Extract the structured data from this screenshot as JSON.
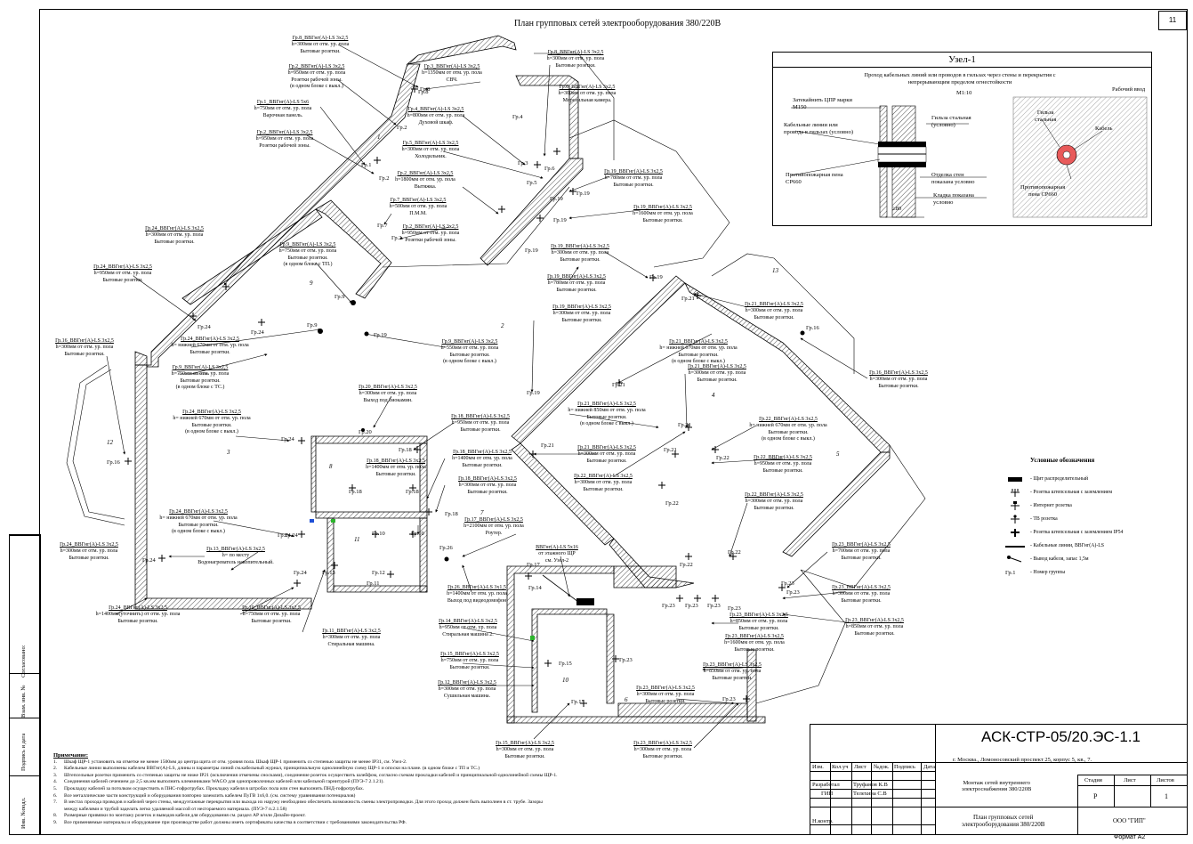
{
  "sheet": {
    "title": "План групповых сетей электрооборудования 380/220В",
    "number": "11",
    "format": "Формат А2"
  },
  "rooms": [
    "1",
    "2",
    "3",
    "4",
    "5",
    "6",
    "7",
    "8",
    "9",
    "10",
    "11",
    "12",
    "13"
  ],
  "plan_labels": [
    {
      "t": "Гр.8_ВВГнг(А)-LS 3х2,5",
      "d": "h=300мм от отм. ур. пола\nБытовые розетки."
    },
    {
      "t": "Гр.2_ВВГнг(А)-LS 3х2,5",
      "d": "h=950мм от отм. ур. пола\nРозетки рабочей зоны.\n(в одном блоке с выкл.)"
    },
    {
      "t": "Гр.1_ВВГнг(А)-LS 5х6",
      "d": "h=750мм от отм. ур. пола\nВарочная панель."
    },
    {
      "t": "Гр.2_ВВГнг(А)-LS 3х2,5",
      "d": "h=950мм от отм. ур. пола\nРозетки рабочей зоны."
    },
    {
      "t": "Гр.3_ВВГнг(А)-LS 3х2,5",
      "d": "h=1350мм от отм. ур. пола\nСВЧ."
    },
    {
      "t": "Гр.8_ВВГнг(А)-LS 3х2,5",
      "d": "h=300мм от отм. ур. пола\nБытовые розетки."
    },
    {
      "t": "Гр.6_ВВГнг(А)-LS 3х2,5",
      "d": "h=300мм от отм. ур. пола\nМорозильная камера."
    },
    {
      "t": "Гр.4_ВВГнг(А)-LS 3х2,5",
      "d": "h=800мм от отм. ур. пола\nДуховой шкаф."
    },
    {
      "t": "Гр.5_ВВГнг(А)-LS 3х2,5",
      "d": "h=300мм от отм. ур. пола\nХолодильник."
    },
    {
      "t": "Гр.2_ВВГнг(А)-LS 3х2,5",
      "d": "h=1800мм от отм. ур. пола\nВытяжка."
    },
    {
      "t": "Гр.19_ВВГнг(А)-LS 3х2,5",
      "d": "h=780мм от отм. ур. пола\nБытовые розетки."
    },
    {
      "t": "Гр.19_ВВГнг(А)-LS 3х2,5",
      "d": "h=1600мм от отм. ур. пола\nБытовые розетки."
    },
    {
      "t": "Гр.7_ВВГнг(А)-LS 3х2,5",
      "d": "h=500мм от отм. ур. пола\nП.М.М."
    },
    {
      "t": "Гр.2_ВВГнг(А)-LS 3х2,5",
      "d": "h=950мм от отм. ур. пола\nРозетки рабочей зоны."
    },
    {
      "t": "Гр.24_ВВГнг(А)-LS 3х2,5",
      "d": "h=300мм от отм. ур. пола\nБытовые розетки."
    },
    {
      "t": "Гр.9_ВВГнг(А)-LS 3х2,5",
      "d": "h=750мм от отм. ур. пола\nБытовые розетки.\n(в одном блоке с ТП.)"
    },
    {
      "t": "Гр.19_ВВГнг(А)-LS 3х2,5",
      "d": "h=300мм от отм. ур. пола\nБытовые розетки."
    },
    {
      "t": "Гр.19_ВВГнг(А)-LS 3х2,5",
      "d": "h=780мм от отм. ур. пола\nБытовые розетки."
    },
    {
      "t": "Гр.24_ВВГнг(А)-LS 3х2,5",
      "d": "h=950мм от отм. ур. пола\nБытовые розетки."
    },
    {
      "t": "Гр.16_ВВГнг(А)-LS 3х2,5",
      "d": "h=300мм от отм. ур. пола\nБытовые розетки."
    },
    {
      "t": "Гр.24_ВВГнг(А)-LS 3х2,5",
      "d": "h= нижней 670мм от отм. ур. пола\nБытовые розетки."
    },
    {
      "t": "Гр.9_ВВГнг(А)-LS 3х2,5",
      "d": "h=750мм от отм. ур. пола\nБытовые розетки.\n(в одном блоке с ТС.)"
    },
    {
      "t": "Гр.19_ВВГнг(А)-LS 3х2,5",
      "d": "h=300мм от отм. ур. пола\nБытовые розетки."
    },
    {
      "t": "Гр.9_ВВГнг(А)-LS 3х2,5",
      "d": "h=550мм от отм. ур. пола\nБытовые розетки.\n(в одном блоке с выкл.)"
    },
    {
      "t": "Гр.21_ВВГнг(А)-LS 3х2,5",
      "d": "h=300мм от отм. ур. пола\nБытовые розетки."
    },
    {
      "t": "Гр.21_ВВГнг(А)-LS 3х2,5",
      "d": "h= нижней 670мм от отм. ур. пола\nБытовые розетки.\n(в одном блоке с выкл.)"
    },
    {
      "t": "Гр.21_ВВГнг(А)-LS 3х2,5",
      "d": "h=300мм от отм. ур. пола\nБытовые розетки."
    },
    {
      "t": "Гр.16_ВВГнг(А)-LS 3х2,5",
      "d": "h=300мм от отм. ур. пола\nБытовые розетки."
    },
    {
      "t": "Гр.20_ВВГнг(А)-LS 3х2,5",
      "d": "h=300мм от отм. ур. пола\nВыход под биокамин."
    },
    {
      "t": "Гр.24_ВВГнг(А)-LS 3х2,5",
      "d": "h= нижней 670мм от отм. ур. пола\nБытовые розетки.\n(в одном блоке с выкл.)"
    },
    {
      "t": "Гр.18_ВВГнг(А)-LS 3х2,5",
      "d": "h=950мм от отм. ур. пола\nБытовые розетки."
    },
    {
      "t": "Гр.21_ВВГнг(А)-LS 3х2,5",
      "d": "h= нижней 850мм от отм. ур. пола\nБытовые розетки.\n(в одном блоке с выкл.)"
    },
    {
      "t": "Гр.22_ВВГнг(А)-LS 3х2,5",
      "d": "h= нижней 670мм от отм. ур. пола\nБытовые розетки.\n(в одном блоке с выкл.)"
    },
    {
      "t": "Гр.18_ВВГнг(А)-LS 3х2,5",
      "d": "h=1400мм от отм. ур. пола\nБытовые розетки."
    },
    {
      "t": "Гр.18_ВВГнг(А)-LS 3х2,5",
      "d": "h=1400мм от отм. ур. пола\nБытовые розетки."
    },
    {
      "t": "Гр.21_ВВГнг(А)-LS 3х2,5",
      "d": "h=300мм от отм. ур. пола\nБытовые розетки."
    },
    {
      "t": "Гр.22_ВВГнг(А)-LS 3х2,5",
      "d": "h=950мм от отм. ур. пола\nБытовые розетки."
    },
    {
      "t": "Гр.18_ВВГнг(А)-LS 3х2,5",
      "d": "h=300мм от отм. ур. пола\nБытовые розетки."
    },
    {
      "t": "Гр.22_ВВГнг(А)-LS 3х2,5",
      "d": "h=300мм от отм. ур. пола\nБытовые розетки."
    },
    {
      "t": "Гр.24_ВВГнг(А)-LS 3х2,5",
      "d": "h= нижней 670мм от отм. ур. пола\nБытовые розетки.\n(в одном блоке с выкл.)"
    },
    {
      "t": "Гр.17_ВВГнг(А)-LS 3х2,5",
      "d": "h=2100мм от отм. ур. пола\nРоутер."
    },
    {
      "t": "Гр.22_ВВГнг(А)-LS 3х2,5",
      "d": "h=300мм от отм. ур. пола\nБытовые розетки."
    },
    {
      "t": "Гр.24_ВВГнг(А)-LS 3х2,5",
      "d": "h=300мм от отм. ур. пола\nБытовые розетки."
    },
    {
      "t": "Гр.13_ВВГнг(А)-LS 3х2,5",
      "d": "h= по месту\nВодонагреватель накопительный."
    },
    {
      "t": "ВВГнг(А)-LS 5х16",
      "d": "от этажного ЩР\nсм. Узел-2"
    },
    {
      "t": "Гр.23_ВВГнг(А)-LS 3х2,5",
      "d": "h=700мм от отм. ур. пола\nБытовые розетки."
    },
    {
      "t": "Гр.26_ВВГнг(А)-LS 3х1,5",
      "d": "h=1400мм от отм. ур. пола\nВыход под видеодомофон"
    },
    {
      "t": "Гр.23_ВВГнг(А)-LS 3х2,5",
      "d": "h=300мм от отм. ур. пола\nБытовые розетки."
    },
    {
      "t": "Гр.24_ВВГнг(А)-LS 3х2,5",
      "d": "h=1400мм(уточнить) от отм. ур. пола\nБытовые розетки."
    },
    {
      "t": "Гр.10_ВВГнг(А)-LS 3х2,5",
      "d": "h=750мм от отм. ур. пола\nБытовые розетки."
    },
    {
      "t": "Гр.14_ВВГнг(А)-LS 3х2,5",
      "d": "h=950мм от отм. ур. пола\nСтиральная машина 2."
    },
    {
      "t": "Гр.23_ВВГнг(А)-LS 3х2,5",
      "d": "h=850мм от отм. ур. пола\nБытовые розетки."
    },
    {
      "t": "Гр.23_ВВГнг(А)-LS 3х2,5",
      "d": "h=850мм от отм. ур. пола\nБытовые розетки."
    },
    {
      "t": "Гр.11_ВВГнг(А)-LS 3х2,5",
      "d": "h=300мм от отм. ур. пола\nСтиральная машина."
    },
    {
      "t": "Гр.23_ВВГнг(А)-LS 3х2,5",
      "d": "h=1600мм от отм. ур. пола\nБытовые розетки."
    },
    {
      "t": "Гр.15_ВВГнг(А)-LS 3х2,5",
      "d": "h=750мм от отм. ур. пола\nБытовые розетки."
    },
    {
      "t": "Гр.23_ВВГнг(А)-LS 3х2,5",
      "d": "h=850мм от отм. ур. пола\nБытовые розетки."
    },
    {
      "t": "Гр.12_ВВГнг(А)-LS 3х2,5",
      "d": "h=300мм от отм. ур. пола\nСушильная машина."
    },
    {
      "t": "Гр.23_ВВГнг(А)-LS 3х2,5",
      "d": "h=300мм от отм. ур. пола\nБытовые розетки."
    },
    {
      "t": "Гр.15_ВВГнг(А)-LS 3х2,5",
      "d": "h=300мм от отм. ур. пола\nБытовые розетки."
    },
    {
      "t": "Гр.23_ВВГнг(А)-LS 3х2,5",
      "d": "h=300мм от отм. ур. пола\nБытовые розетки."
    }
  ],
  "group_tags": [
    "Гр.8",
    "Гр.2",
    "Гр.1",
    "Гр.2",
    "Гр.3",
    "Гр.4",
    "Гр.5",
    "Гр.6",
    "Гр.7",
    "Гр.2",
    "Гр.8",
    "Гр.19",
    "Гр.19",
    "Гр.19",
    "Гр.19",
    "Гр.19",
    "Гр.19",
    "Гр.24",
    "Гр.24",
    "Гр.24",
    "Гр.9",
    "Гр.9",
    "Гр.19",
    "Гр.21",
    "Гр.21",
    "Гр.21",
    "Гр.21",
    "Гр.21",
    "Гр.16",
    "Гр.16",
    "Гр.24",
    "Гр.20",
    "Гр.18",
    "Гр.18",
    "Гр.18",
    "Гр.18",
    "Гр.22",
    "Гр.22",
    "Гр.22",
    "Гр.22",
    "Гр.24",
    "Гр.24",
    "Гр.24",
    "Гр.10",
    "Гр.10",
    "Гр.12",
    "Гр.11",
    "Гр.13",
    "Гр.17",
    "Гр.14",
    "Гр.26",
    "Гр.23",
    "Гр.23",
    "Гр.23",
    "Гр.23",
    "Гр.23",
    "Гр.23",
    "Гр.23",
    "Гр.15",
    "Гр.15",
    "Гр.23"
  ],
  "node": {
    "title": "Узел-1",
    "subtitle": "Проход кабельных линий или проводов в гильзах через стены и перекрытия с\nнепрерывающим пределом огнестойкости",
    "scale": "М1:10",
    "labels": {
      "seal": "Затекайнить ЦПР марки\nМ150",
      "cables": "Кабельные линии или\nпровода в гильзах (условно)",
      "sleeve": "Гильза стальная\n(условно)",
      "foam": "Противопожарная пена\nCP660",
      "finish": "Отделка стен\nпоказана условно",
      "masonry": "Кладка показана\nусловно",
      "dim": "≥80",
      "work_entry": "Рабочий ввод",
      "sleeve2": "Гильза\nстальная",
      "cable": "Кабель",
      "foam2": "Противопожарная\nпена CP660"
    }
  },
  "legend": {
    "title": "Условные обозначения",
    "items": [
      "- Щит распределительный",
      "- Розетка штепсельная с заземлением",
      "- Интернет розетка",
      "- ТВ розетка",
      "- Розетка штепсельная с заземлением IP54",
      "- Кабельные линии, ВВГнг(А)-LS",
      "- Вывод кабеля, запас 1,5м",
      "- Номер группы"
    ],
    "sample_group": "Гр.1"
  },
  "strip": [
    "Согласовано:",
    "Взам. инв. №",
    "Подпись и дата",
    "Инв. №подл."
  ],
  "notes": {
    "heading": "Примечание:",
    "items": [
      "Шкаф ЩР-1 установить на отметке не менее 1500мм до центра щита от отм. уровня пола. Шкаф ЩР-1 применить со степенью защиты не менее IP31, см. Узел-2.",
      "Кабельные линии выполнены кабелем ВВГнг(А)-LS, длины и параметры линий см.кабельный журнал, принципиальную однолинейную схему ЩР-1 и опоски на плане.  (в одном блоке с ТП и ТС.)",
      "Штепсельные розетки применить со степенью защиты не ниже IP21 (исключения отмечены сносками), соединение розеток осуществить шлейфом, согласно схемам прокладки кабелей и принципиальной-однолинейной схемы ЩР-1.",
      "Соединения кабелей сечением до 2,5 кв.мм выполнить клеммниками WAGO для однопроволочных кабелей или кабельной гарнитурой (ПУЭ-7 2.1.21).",
      "Прокладку кабелей  за потолком осуществить в ПНС-гофротрубах. Прокладку кабеля в штробах пола или стен выполнить ПНД-гофротрубах.",
      "Все металлические части конструкций и оборудования повторно заземлить кабелем ПуГВ 1х6,0. (см. систему уравнивания потенциалов)",
      "В местах прохода проводов и кабелей через стены, междуэтажные перекрытия или выхода их наружу необходимо обеспечить возможность смены электропроводки. Для этого проход должен быть выполнен в ст. трубе. Зазоры\nмежду кабелями и трубой заделать легко удаляемой массой от несгораемого материала. (ПУЭ-7 п.2.1.58)",
      "Размерные привязки по монтажу розеток и выводов кабеля для оборудования см. раздел АР и/или Дизайн-проект.",
      "Все применяемые материалы и оборудование при производстве работ должны иметь сертификаты качества в соответствии с требованиями законодательства РФ."
    ]
  },
  "title_block": {
    "code": "АСК-СТР-05/20.ЭС-1.1",
    "address": "г. Москва., Ломоносовский проспект 25, корпус 5, кв., 7.",
    "cols": [
      "Изм.",
      "Кол.уч",
      "Лист",
      "№док.",
      "Подпись",
      "Дата"
    ],
    "r1": "Разработал",
    "r1_name": "Труфанов К.В",
    "r2": "ГИП",
    "r2_name": "Телехина С.В",
    "r3": "Н.контр.",
    "work": "Монтаж сетей внутреннего\nэлектроснабжения 380/220В",
    "stage_h": "Стадия",
    "sheet_h": "Лист",
    "sheets_h": "Листов",
    "stage": "Р",
    "sheets": "1",
    "drawing": "План групповых сетей\nэлектрооборудования 380/220В",
    "org": "ООО \"ГИП\""
  }
}
